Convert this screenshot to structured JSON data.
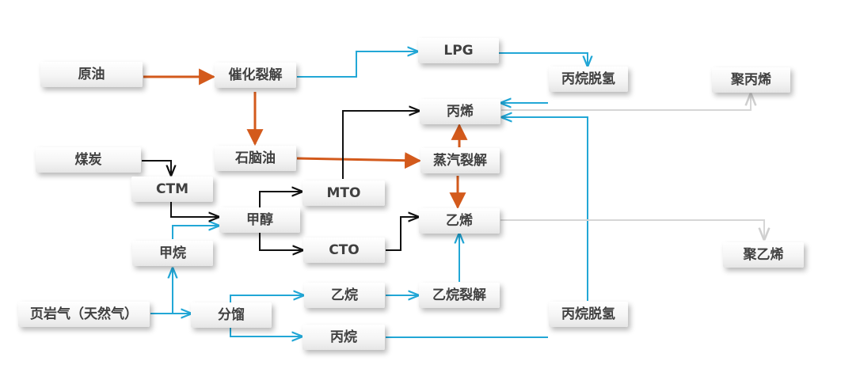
{
  "nodes": {
    "crude_oil": "原油",
    "catalytic_cracking": "催化裂解",
    "lpg": "LPG",
    "pdh_top": "丙烷脱氢",
    "polypropylene": "聚丙烯",
    "propylene": "丙烯",
    "coal": "煤炭",
    "naphtha": "石脑油",
    "steam_cracking": "蒸汽裂解",
    "ctm": "CTM",
    "mto": "MTO",
    "methanol": "甲醇",
    "ethylene": "乙烯",
    "polyethylene": "聚乙烯",
    "methane": "甲烷",
    "cto": "CTO",
    "shale_gas": "页岩气（天然气）",
    "fractionation": "分馏",
    "ethane": "乙烷",
    "ethane_cracking": "乙烷裂解",
    "pdh_bottom": "丙烷脱氢",
    "propane": "丙烷"
  },
  "colors": {
    "orange": "#d35a1c",
    "blue": "#22a7d6",
    "black": "#111111",
    "gray": "#d6d6d6",
    "node_text": "#404040"
  }
}
